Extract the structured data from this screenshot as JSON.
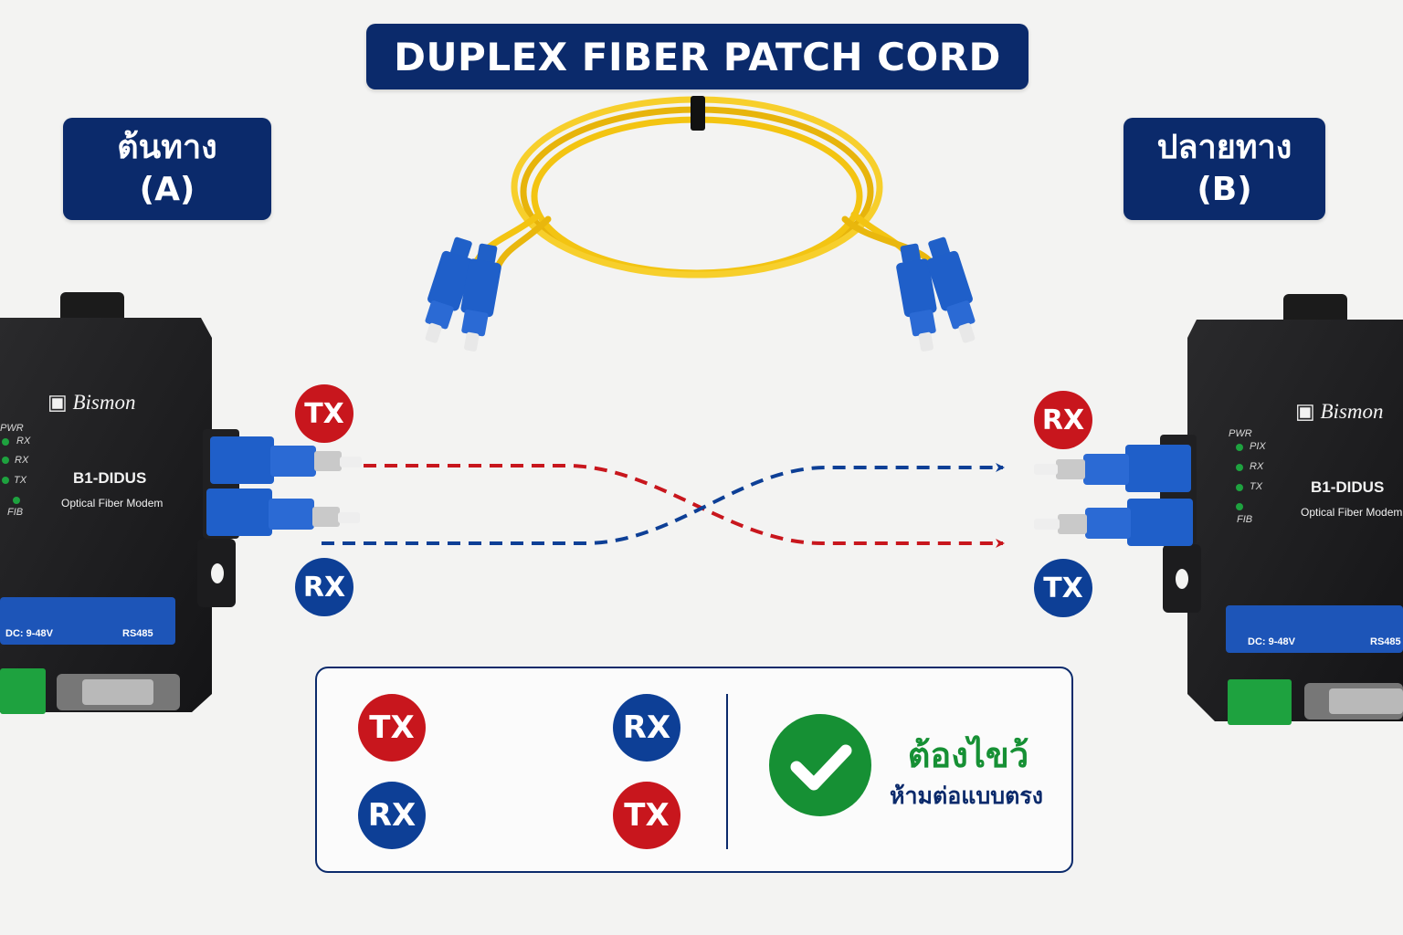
{
  "title": "DUPLEX FIBER PATCH CORD",
  "side_a": {
    "line1": "ต้นทาง",
    "line2": "(A)"
  },
  "side_b": {
    "line1": "ปลายทาง",
    "line2": "(B)"
  },
  "device_a": {
    "brand": "Bismon",
    "model": "B1-DIDUS",
    "subtitle": "Optical Fiber Modem",
    "leds": [
      "PWR",
      "RX",
      "TX",
      "FIB"
    ],
    "power_label": "DC: 9-48V",
    "serial_label": "RS485"
  },
  "device_b": {
    "brand": "Bismon",
    "model": "B1-DIDUS",
    "subtitle": "Optical Fiber Modem",
    "leds": [
      "PWR",
      "PIX",
      "RX",
      "TX",
      "FIB"
    ],
    "power_label": "DC: 9-48V",
    "serial_label": "RS485"
  },
  "port_labels": {
    "a_top": "TX",
    "a_bottom": "RX",
    "b_top": "RX",
    "b_bottom": "TX"
  },
  "legend": {
    "row1": {
      "from": "TX",
      "to": "RX"
    },
    "row2": {
      "from": "RX",
      "to": "TX"
    },
    "note_main": "ต้องไขว้",
    "note_sub": "ห้ามต่อแบบตรง"
  },
  "colors": {
    "navy": "#0b2a6b",
    "red": "#c8161d",
    "blue": "#0d3f96",
    "green": "#169034",
    "cable_yellow": "#f3c412",
    "connector_blue": "#1f5fc9"
  }
}
